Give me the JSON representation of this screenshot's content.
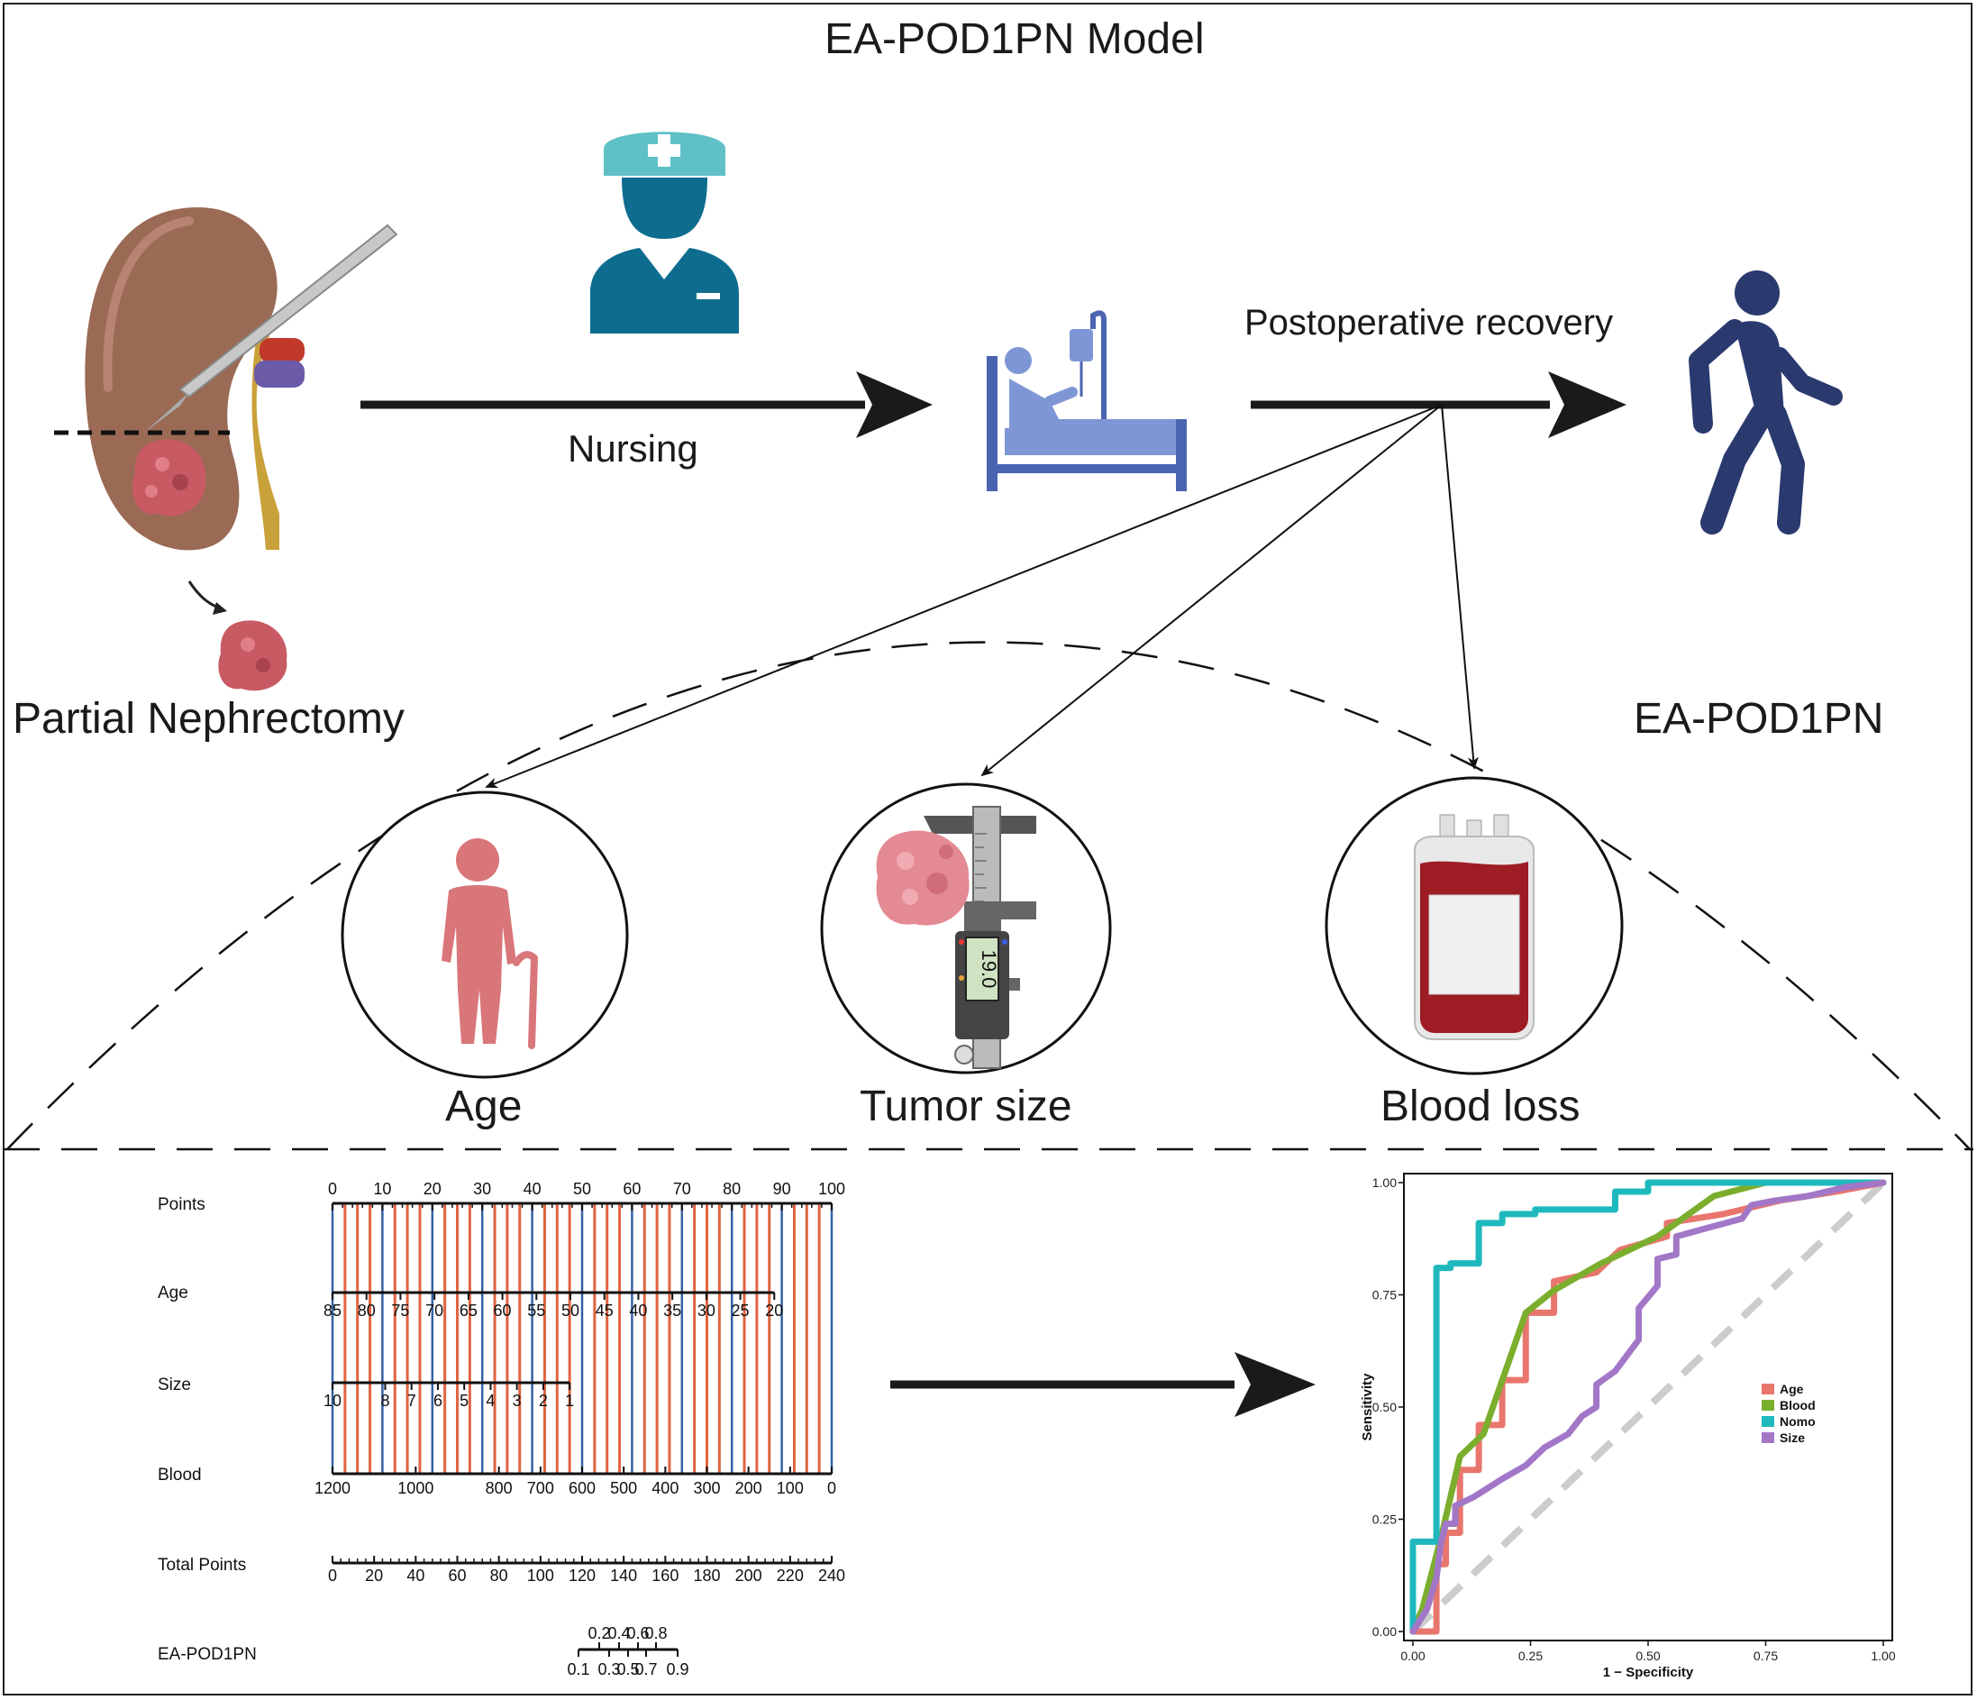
{
  "title": "EA-POD1PN Model",
  "labels": {
    "procedure": "Partial Nephrectomy",
    "nursing": "Nursing",
    "recovery": "Postoperative recovery",
    "outcome": "EA-POD1PN"
  },
  "factors": [
    {
      "label": "Age"
    },
    {
      "label": "Tumor size"
    },
    {
      "label": "Blood loss"
    }
  ],
  "caliper_display": "19.0",
  "nomogram": {
    "rows": {
      "points": "Points",
      "age": "Age",
      "size": "Size",
      "blood": "Blood",
      "total": "Total Points",
      "outcome": "EA-POD1PN"
    },
    "points_ticks": [
      "0",
      "10",
      "20",
      "30",
      "40",
      "50",
      "60",
      "70",
      "80",
      "90",
      "100"
    ],
    "age_ticks": [
      "85",
      "80",
      "75",
      "70",
      "65",
      "60",
      "55",
      "50",
      "45",
      "40",
      "35",
      "30",
      "25",
      "20"
    ],
    "size_ticks": [
      "10",
      "8",
      "7",
      "6",
      "5",
      "4",
      "3",
      "2",
      "1"
    ],
    "blood_ticks": [
      "1200",
      "1000",
      "800",
      "700",
      "600",
      "500",
      "400",
      "300",
      "200",
      "100",
      "0"
    ],
    "total_ticks": [
      "0",
      "20",
      "40",
      "60",
      "80",
      "100",
      "120",
      "140",
      "160",
      "180",
      "200",
      "220",
      "240"
    ],
    "prob_ticks_top": [
      "0.2",
      "0.4",
      "0.6",
      "0.8"
    ],
    "prob_ticks_bottom": [
      "0.1",
      "0.3",
      "0.5",
      "0.7",
      "0.9"
    ]
  },
  "chart_data": {
    "type": "line",
    "xlabel": "1 − Specificity",
    "ylabel": "Sensitivity",
    "xlim": [
      0,
      1
    ],
    "ylim": [
      0,
      1
    ],
    "x_ticks": [
      "0.00",
      "0.25",
      "0.50",
      "0.75",
      "1.00"
    ],
    "y_ticks": [
      "0.00",
      "0.25",
      "0.50",
      "0.75",
      "1.00"
    ],
    "legend_position": "right",
    "reference_line": "diagonal dashed",
    "series": [
      {
        "name": "Age",
        "color": "#e8766d",
        "x": [
          0,
          0.05,
          0.05,
          0.07,
          0.07,
          0.1,
          0.1,
          0.14,
          0.14,
          0.19,
          0.19,
          0.24,
          0.24,
          0.3,
          0.3,
          0.39,
          0.44,
          0.54,
          0.54,
          0.66,
          0.78,
          0.9,
          1.0
        ],
        "y": [
          0,
          0,
          0.15,
          0.15,
          0.22,
          0.22,
          0.36,
          0.36,
          0.46,
          0.46,
          0.56,
          0.56,
          0.71,
          0.71,
          0.78,
          0.8,
          0.85,
          0.88,
          0.91,
          0.93,
          0.96,
          0.98,
          1.0
        ]
      },
      {
        "name": "Blood",
        "color": "#7cae2e",
        "x": [
          0,
          0.02,
          0.06,
          0.1,
          0.15,
          0.24,
          0.3,
          0.4,
          0.52,
          0.64,
          0.75,
          0.85,
          1.0
        ],
        "y": [
          0,
          0.05,
          0.21,
          0.39,
          0.44,
          0.71,
          0.76,
          0.82,
          0.88,
          0.97,
          1.0,
          1.0,
          1.0
        ],
        "note_style": "smooth"
      },
      {
        "name": "Nomo",
        "color": "#1fb9bd",
        "x": [
          0,
          0,
          0.05,
          0.05,
          0.08,
          0.08,
          0.14,
          0.14,
          0.19,
          0.19,
          0.26,
          0.26,
          0.43,
          0.43,
          0.5,
          0.5,
          0.72,
          0.72,
          1.0
        ],
        "y": [
          0,
          0.2,
          0.2,
          0.81,
          0.81,
          0.82,
          0.82,
          0.91,
          0.91,
          0.93,
          0.93,
          0.94,
          0.94,
          0.98,
          0.98,
          1.0,
          1.0,
          1.0,
          1.0
        ]
      },
      {
        "name": "Size",
        "color": "#a277c7",
        "x": [
          0,
          0.03,
          0.05,
          0.06,
          0.07,
          0.09,
          0.09,
          0.13,
          0.19,
          0.24,
          0.28,
          0.33,
          0.36,
          0.39,
          0.39,
          0.43,
          0.48,
          0.48,
          0.52,
          0.52,
          0.56,
          0.56,
          0.63,
          0.7,
          0.72,
          0.77,
          0.84,
          0.92,
          1.0
        ],
        "y": [
          0,
          0.05,
          0.12,
          0.2,
          0.24,
          0.24,
          0.28,
          0.3,
          0.34,
          0.37,
          0.41,
          0.44,
          0.48,
          0.5,
          0.55,
          0.58,
          0.65,
          0.72,
          0.77,
          0.83,
          0.84,
          0.88,
          0.9,
          0.92,
          0.95,
          0.96,
          0.97,
          0.99,
          1.0
        ]
      }
    ]
  }
}
